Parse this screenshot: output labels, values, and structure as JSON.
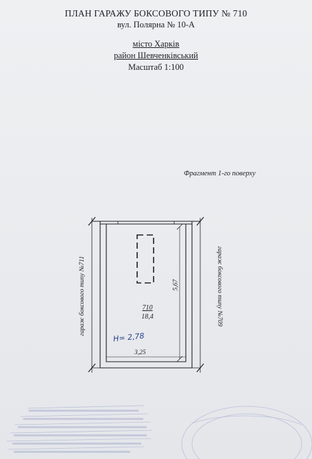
{
  "title": "ПЛАН ГАРАЖУ БОКСОВОГО ТИПУ № 710",
  "address": "вул. Полярна № 10-А",
  "city": "місто Харків",
  "district": "район Шевченківський",
  "scale": "Масштаб 1:100",
  "fragment_label": "Фрагмент 1-го поверху",
  "neighbor_left": "гараж боксового типу №711",
  "neighbor_right": "гараж боксового типу №709",
  "room": {
    "number": "710",
    "area": "18,4",
    "length": "5,67",
    "width": "3,25",
    "height_note": "H= 2,78"
  },
  "colors": {
    "paper": "#eceef1",
    "ink": "#1f1f24",
    "pen": "#2a3f8f",
    "stamp": "#7f88b8"
  }
}
